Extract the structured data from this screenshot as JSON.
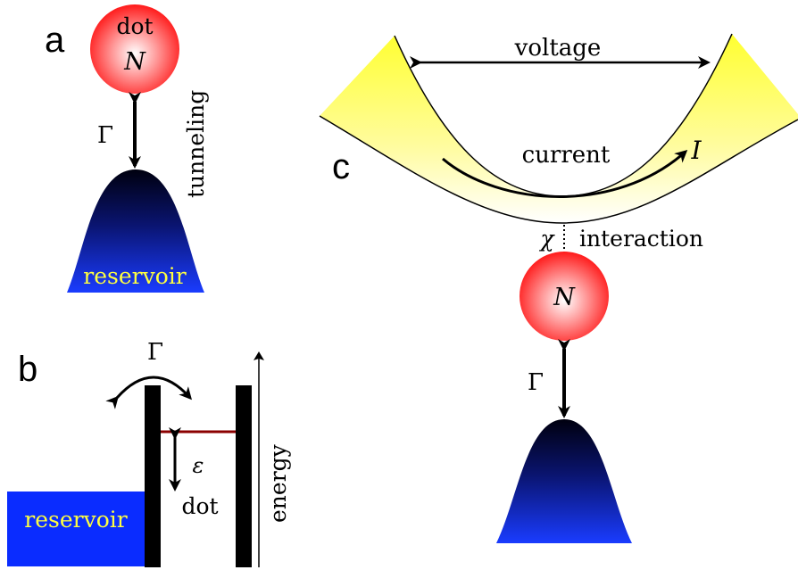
{
  "panel_a": {
    "letter": "a",
    "dot_label": "dot",
    "dot_var": "N",
    "gamma": "Γ",
    "tunneling": "tunneling",
    "reservoir": "reservoir"
  },
  "panel_b": {
    "letter": "b",
    "gamma": "Γ",
    "epsilon": "ε",
    "dot": "dot",
    "energy": "energy",
    "reservoir": "reservoir"
  },
  "panel_c": {
    "letter": "c",
    "voltage": "voltage",
    "current": "current",
    "current_var": "I",
    "chi": "χ",
    "interaction": "interaction",
    "dot_var": "N",
    "gamma": "Γ"
  },
  "colors": {
    "dot_red": "#ff2020",
    "reservoir_dark": "#000022",
    "reservoir_blue": "#0a2cff",
    "reservoir_text": "#ffff40",
    "channel_yellow": "#ffff20",
    "level_line": "#8b0000"
  }
}
